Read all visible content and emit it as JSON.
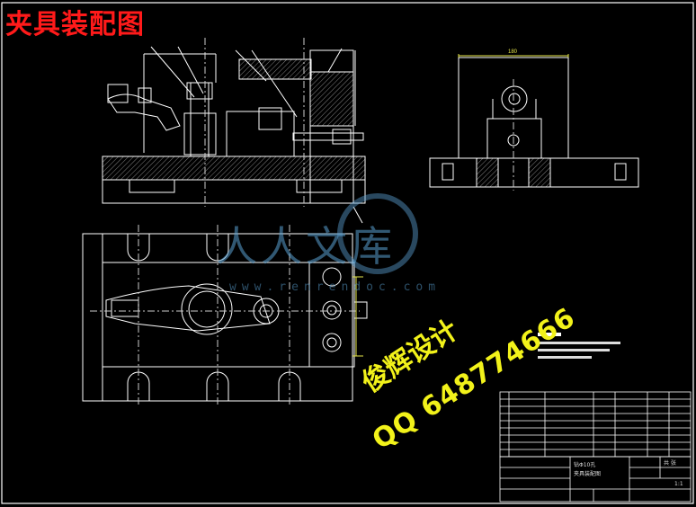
{
  "drawing": {
    "title": "夹具装配图",
    "dimension_top": "180"
  },
  "watermark": {
    "brand": "人人文库",
    "site": "www.renrendoc.com"
  },
  "stamp": {
    "line1": "俊辉设计",
    "line2": "QQ 648774666"
  },
  "title_block": {
    "name_line1": "钻Φ10孔",
    "name_line2": "夹具装配图",
    "scale": "1:1",
    "sheet": "共  张"
  },
  "colors": {
    "background": "#000000",
    "line": "#ffffff",
    "title": "#ff1a1a",
    "stamp": "#f2f21a",
    "dimension": "#e8e84a",
    "watermark": "#5aa0d2"
  }
}
